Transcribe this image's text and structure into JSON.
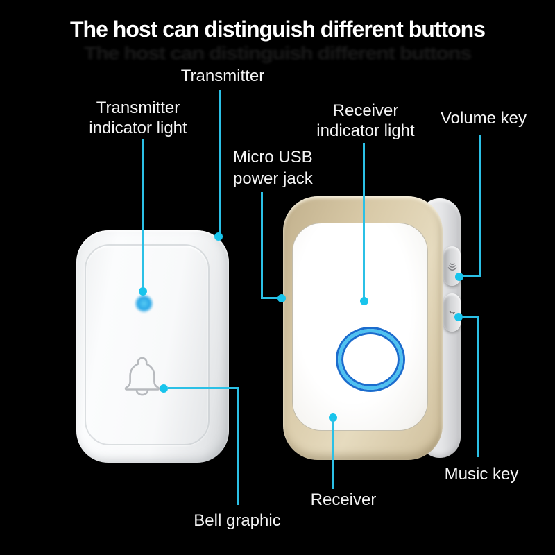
{
  "title": "The host can distinguish different buttons",
  "callouts": {
    "transmitter": {
      "label": "Transmitter"
    },
    "transmitter_indicator": {
      "line1": "Transmitter",
      "line2": "indicator light"
    },
    "receiver_indicator": {
      "line1": "Receiver",
      "line2": "indicator light"
    },
    "volume": {
      "label": "Volume key"
    },
    "usb": {
      "line1": "Micro USB",
      "line2": "power jack"
    },
    "music": {
      "label": "Music key"
    },
    "receiver": {
      "label": "Receiver"
    },
    "bell": {
      "label": "Bell graphic"
    }
  },
  "devices": {
    "transmitter": {
      "name": "doorbell transmitter button",
      "features": [
        "indicator LED",
        "bell graphic"
      ]
    },
    "receiver": {
      "name": "doorbell receiver",
      "features": [
        "indicator light ring button",
        "volume key",
        "music key",
        "micro USB power jack"
      ]
    }
  },
  "icons": {
    "bell": "bell-outline-icon",
    "led": "led-indicator-light",
    "volume": "volume-waves-icon",
    "music": "music-note-icon"
  },
  "colors": {
    "background": "#000000",
    "callout": "#2bc0e6",
    "callout_dot": "#18c4ec",
    "text": "#f5f5f5",
    "ring_light": "#4ec1f0",
    "ring_dark": "#1b6ccd",
    "gold_mid": "#d8c9a7",
    "led": "#2da9e8"
  }
}
